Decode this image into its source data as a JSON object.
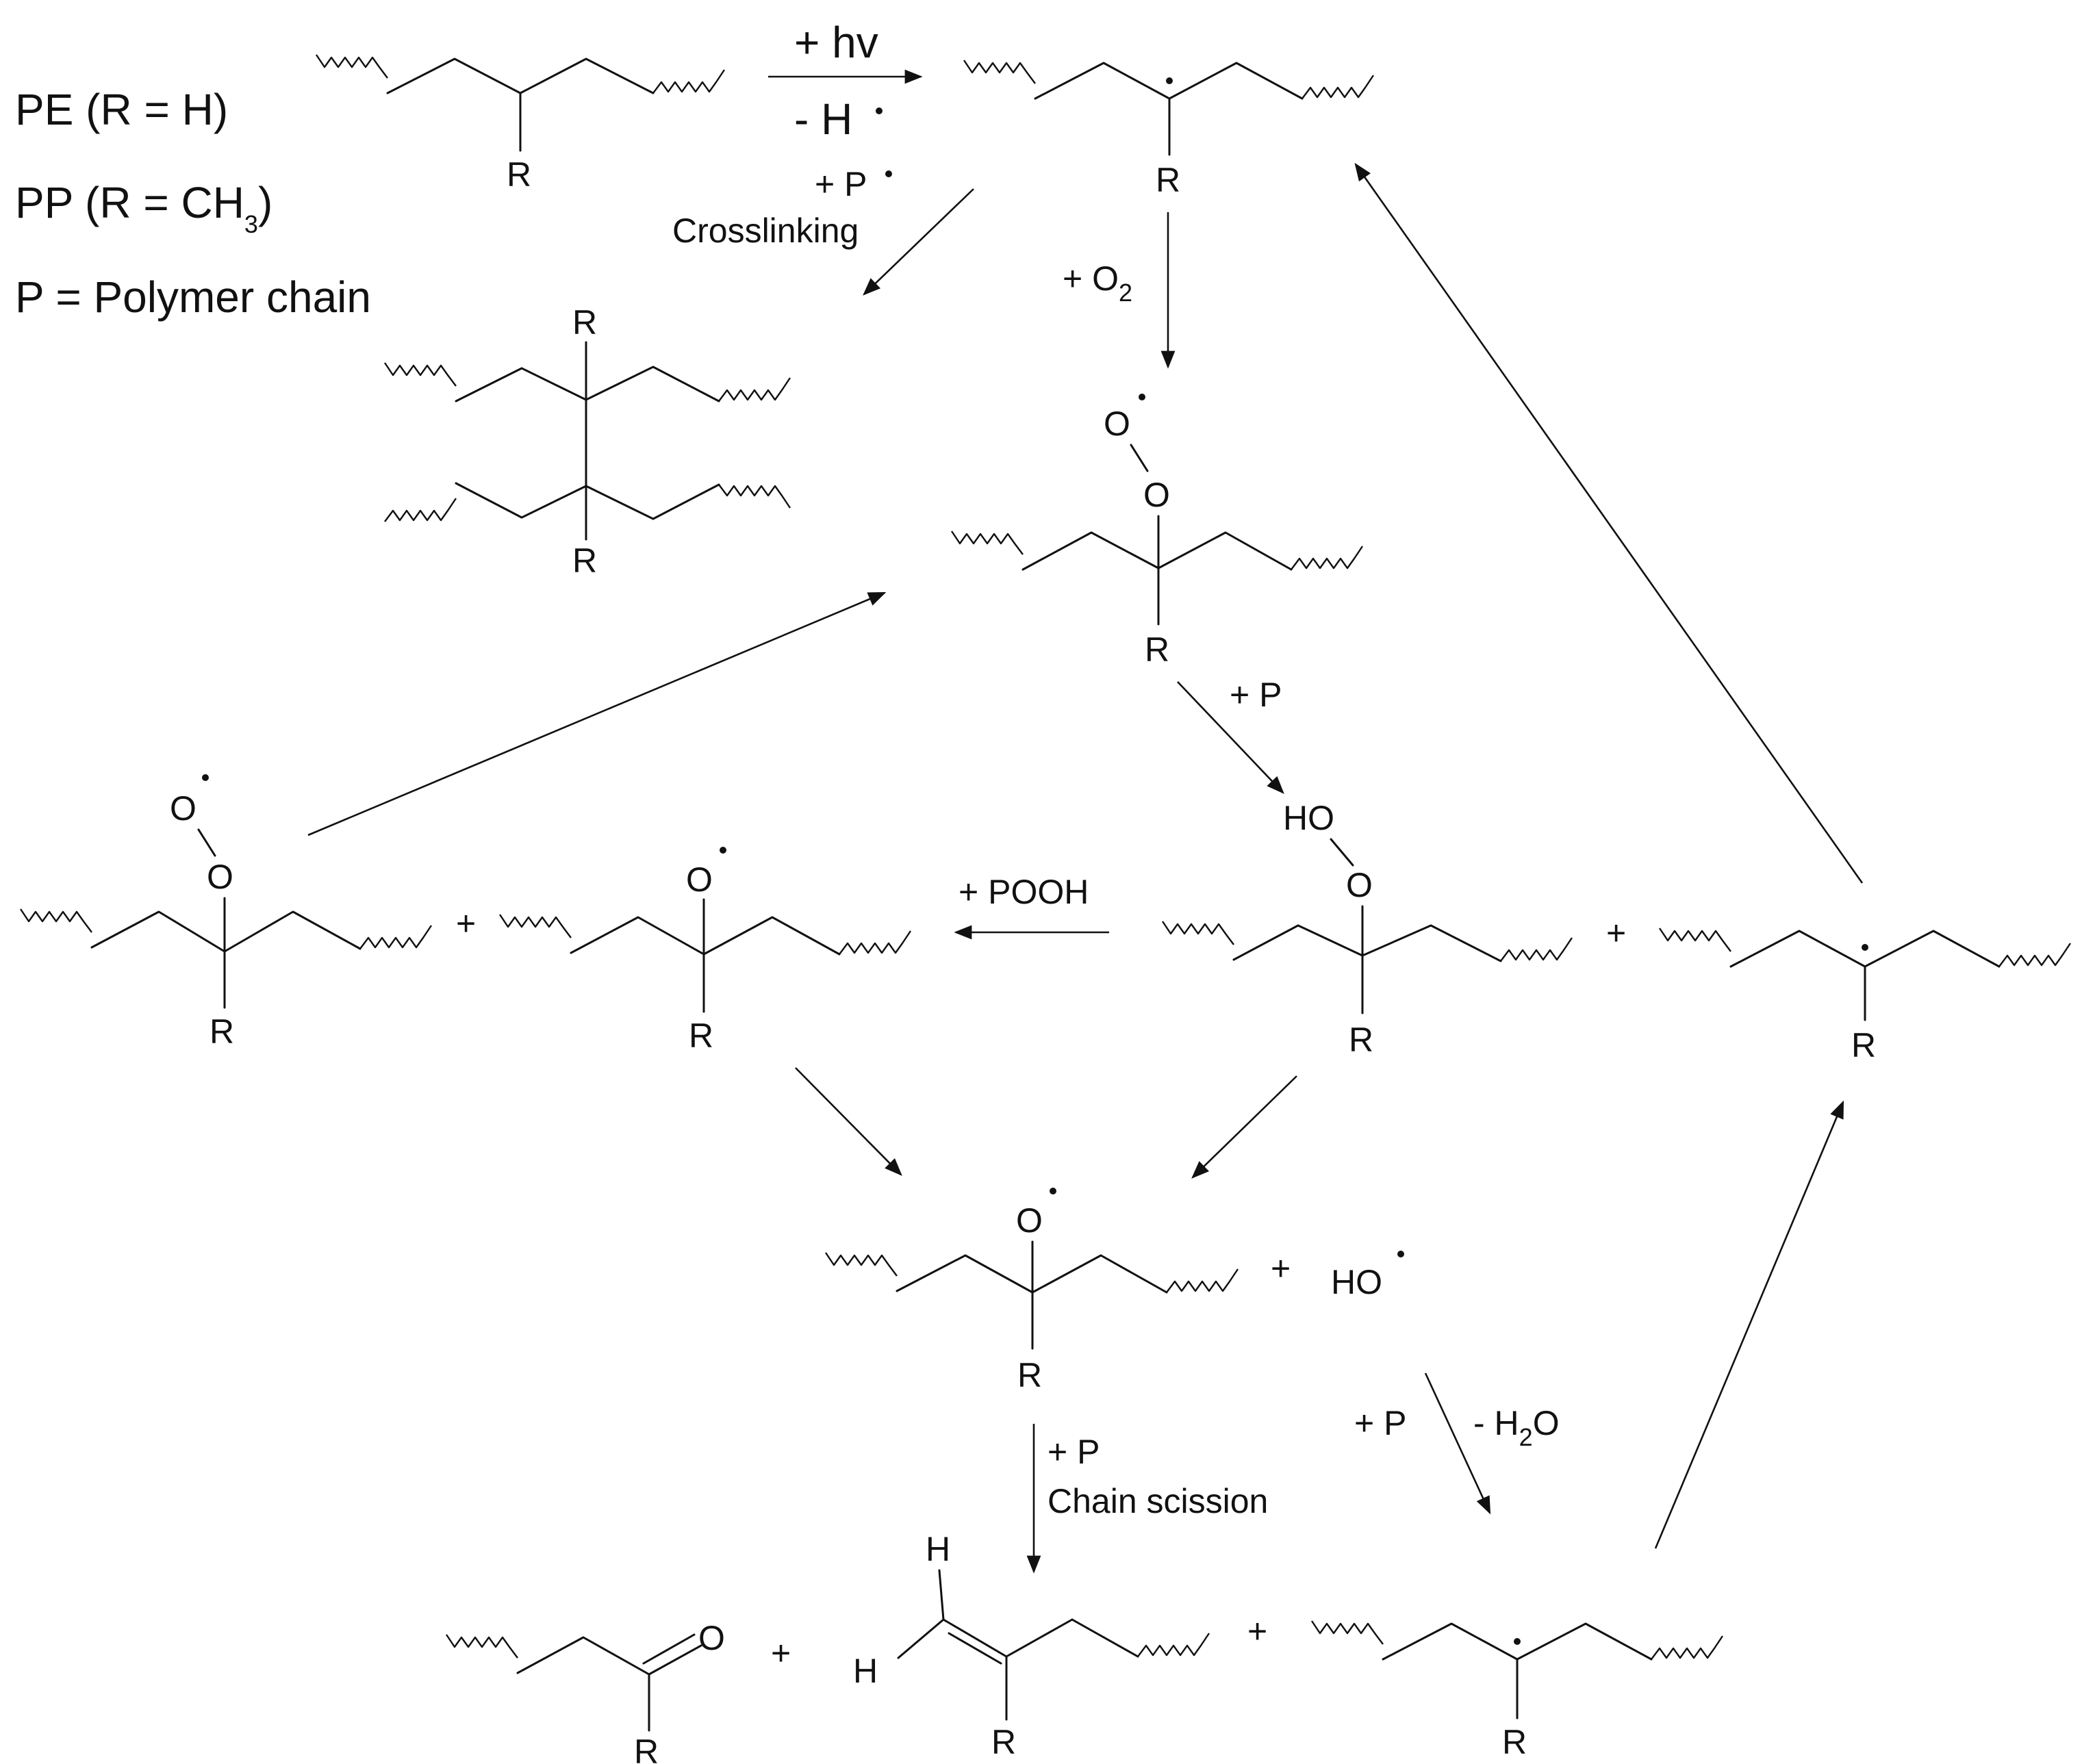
{
  "legend": {
    "pe": "PE (R = H)",
    "pp_main": "PP (R = CH",
    "pp_sub": "3",
    "pp_end": ")",
    "p_def": "P = Polymer chain"
  },
  "atoms": {
    "R": "R",
    "O": "O",
    "H": "H",
    "HO": "HO"
  },
  "operators": {
    "plus": "+"
  },
  "step1": {
    "above": "+ hv",
    "below": "- H"
  },
  "crosslink": {
    "reagent": "+ P",
    "name": "Crosslinking"
  },
  "oxygen": {
    "main": "+ O",
    "sub": "2"
  },
  "abstraction": {
    "reagent": "+ P"
  },
  "pooh": {
    "reagent": "+ POOH"
  },
  "scission": {
    "reagent": "+ P",
    "name": "Chain scission"
  },
  "water": {
    "reagent": "+ P",
    "loss_main": "- H",
    "loss_sub": "2",
    "loss_end": "O"
  }
}
